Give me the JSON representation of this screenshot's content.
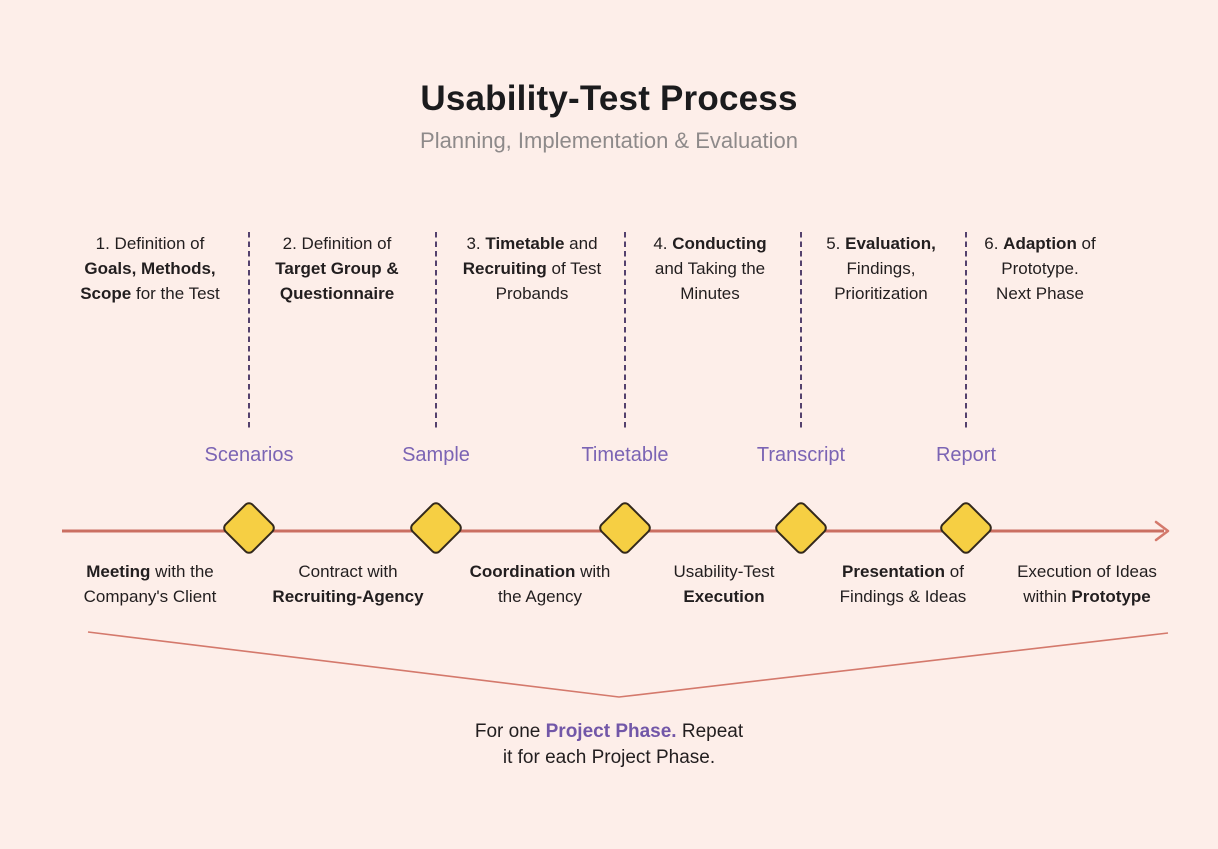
{
  "title": "Usability-Test Process",
  "subtitle": "Planning, Implementation & Evaluation",
  "colors": {
    "background": "#fdeee9",
    "title_text": "#1b1b1d",
    "subtitle_text": "#8e8a8a",
    "body_text": "#221e1f",
    "accent_purple": "#7257a8",
    "milestone_label_purple": "#7b64b4",
    "divider_purple": "#54416d",
    "timeline_red": "#ca6f62",
    "bracket_red": "#d4796c",
    "diamond_fill": "#f6cf43",
    "diamond_border": "#33291c"
  },
  "phases": [
    {
      "number": 1,
      "lines": [
        [
          {
            "t": "1. Definition of"
          }
        ],
        [
          {
            "t": "Goals, Methods,",
            "b": true
          }
        ],
        [
          {
            "t": "Scope",
            "b": true
          },
          {
            "t": " for the Test"
          }
        ]
      ]
    },
    {
      "number": 2,
      "lines": [
        [
          {
            "t": "2. Definition of"
          }
        ],
        [
          {
            "t": "Target Group &",
            "b": true
          }
        ],
        [
          {
            "t": "Questionnaire",
            "b": true
          }
        ]
      ]
    },
    {
      "number": 3,
      "lines": [
        [
          {
            "t": "3. "
          },
          {
            "t": "Timetable",
            "b": true
          },
          {
            "t": " and"
          }
        ],
        [
          {
            "t": "Recruiting",
            "b": true
          },
          {
            "t": " of Test"
          }
        ],
        [
          {
            "t": "Probands"
          }
        ]
      ]
    },
    {
      "number": 4,
      "lines": [
        [
          {
            "t": "4. "
          },
          {
            "t": "Conducting",
            "b": true
          }
        ],
        [
          {
            "t": "and Taking the"
          }
        ],
        [
          {
            "t": "Minutes"
          }
        ]
      ]
    },
    {
      "number": 5,
      "lines": [
        [
          {
            "t": "5. "
          },
          {
            "t": "Evaluation,",
            "b": true
          }
        ],
        [
          {
            "t": "Findings,"
          }
        ],
        [
          {
            "t": "Prioritization"
          }
        ]
      ]
    },
    {
      "number": 6,
      "lines": [
        [
          {
            "t": "6. "
          },
          {
            "t": "Adaption",
            "b": true
          },
          {
            "t": " of"
          }
        ],
        [
          {
            "t": "Prototype."
          }
        ],
        [
          {
            "t": "Next Phase"
          }
        ]
      ]
    }
  ],
  "milestones": [
    {
      "label": "Scenarios"
    },
    {
      "label": "Sample"
    },
    {
      "label": "Timetable"
    },
    {
      "label": "Transcript"
    },
    {
      "label": "Report"
    }
  ],
  "activities": [
    {
      "lines": [
        [
          {
            "t": "Meeting",
            "b": true
          },
          {
            "t": " with the"
          }
        ],
        [
          {
            "t": "Company's Client"
          }
        ]
      ]
    },
    {
      "lines": [
        [
          {
            "t": "Contract with"
          }
        ],
        [
          {
            "t": "Recruiting-Agency",
            "b": true
          }
        ]
      ]
    },
    {
      "lines": [
        [
          {
            "t": "Coordination",
            "b": true
          },
          {
            "t": " with"
          }
        ],
        [
          {
            "t": "the Agency"
          }
        ]
      ]
    },
    {
      "lines": [
        [
          {
            "t": "Usability-Test"
          }
        ],
        [
          {
            "t": "Execution",
            "b": true
          }
        ]
      ]
    },
    {
      "lines": [
        [
          {
            "t": "Presentation",
            "b": true
          },
          {
            "t": " of"
          }
        ],
        [
          {
            "t": "Findings & Ideas"
          }
        ]
      ]
    },
    {
      "lines": [
        [
          {
            "t": "Execution of Ideas"
          }
        ],
        [
          {
            "t": "within "
          },
          {
            "t": "Prototype",
            "b": true
          }
        ]
      ]
    }
  ],
  "footnote": {
    "lines": [
      [
        {
          "t": "For one "
        },
        {
          "t": "Project Phase.",
          "p": true
        },
        {
          "t": " Repeat"
        }
      ],
      [
        {
          "t": "it for each Project Phase."
        }
      ]
    ]
  }
}
